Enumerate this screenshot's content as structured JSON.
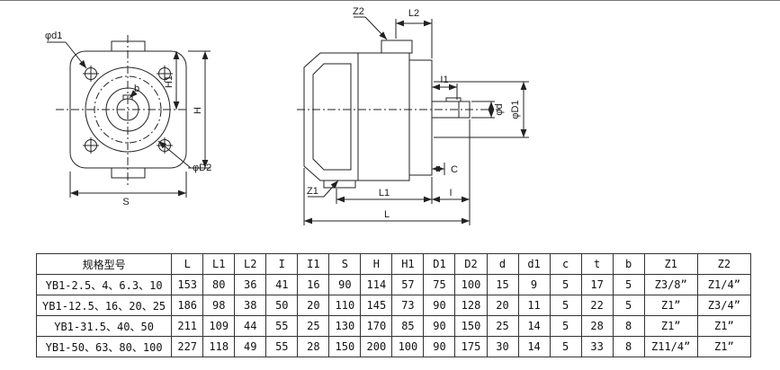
{
  "drawings": {
    "front": {
      "phi_d1": "φd1",
      "b": "b",
      "H1": "H1",
      "H": "H",
      "phi_D2": "φD2",
      "S": "S"
    },
    "side": {
      "Z2": "Z2",
      "L2": "L2",
      "I1": "I1",
      "phi_d": "φd",
      "phi_D1": "φD1",
      "C": "C",
      "Z1": "Z1",
      "L1": "L1",
      "I": "I",
      "L": "L"
    }
  },
  "table": {
    "headers": [
      "规格型号",
      "L",
      "L1",
      "L2",
      "I",
      "I1",
      "S",
      "H",
      "H1",
      "D1",
      "D2",
      "d",
      "d1",
      "c",
      "t",
      "b",
      "Z1",
      "Z2"
    ],
    "rows": [
      [
        "YB1-2.5、4、6.3、10",
        "153",
        "80",
        "36",
        "41",
        "16",
        "90",
        "114",
        "57",
        "75",
        "100",
        "15",
        "9",
        "5",
        "17",
        "5",
        "Z3/8”",
        "Z1/4”"
      ],
      [
        "YB1-12.5、16、20、25",
        "186",
        "98",
        "38",
        "50",
        "20",
        "110",
        "145",
        "73",
        "90",
        "128",
        "20",
        "11",
        "5",
        "22",
        "5",
        "Z1”",
        "Z3/4”"
      ],
      [
        "YB1-31.5、40、50",
        "211",
        "109",
        "44",
        "55",
        "25",
        "130",
        "170",
        "85",
        "90",
        "150",
        "25",
        "14",
        "5",
        "28",
        "8",
        "Z1”",
        "Z1”"
      ],
      [
        "YB1-50、63、80、100",
        "227",
        "118",
        "49",
        "55",
        "28",
        "150",
        "200",
        "100",
        "90",
        "175",
        "30",
        "14",
        "5",
        "33",
        "8",
        "Z11/4”",
        "Z1”"
      ]
    ]
  }
}
